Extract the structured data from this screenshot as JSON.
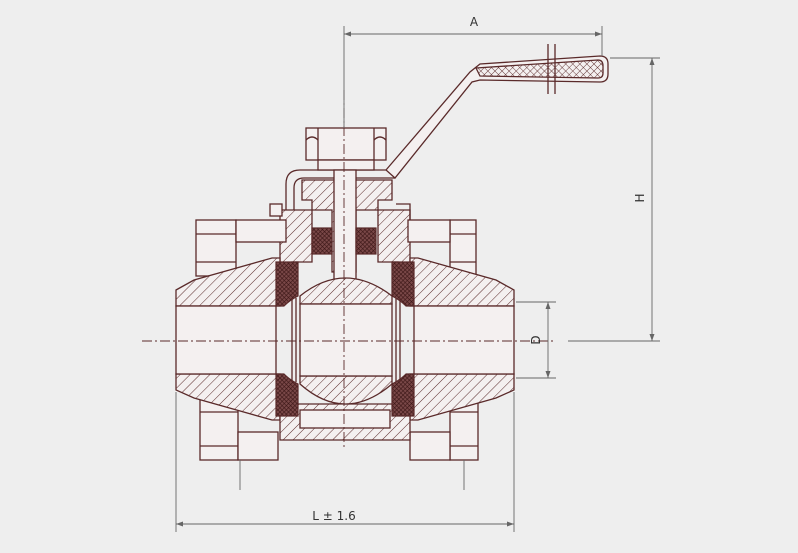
{
  "dimensions": {
    "a_label": "A",
    "h_label": "H",
    "d_label": "D",
    "l_label": "L ± 1.6"
  },
  "colors": {
    "line": "#5a2a2a",
    "background": "#eeeeee",
    "dimension": "#666666"
  }
}
